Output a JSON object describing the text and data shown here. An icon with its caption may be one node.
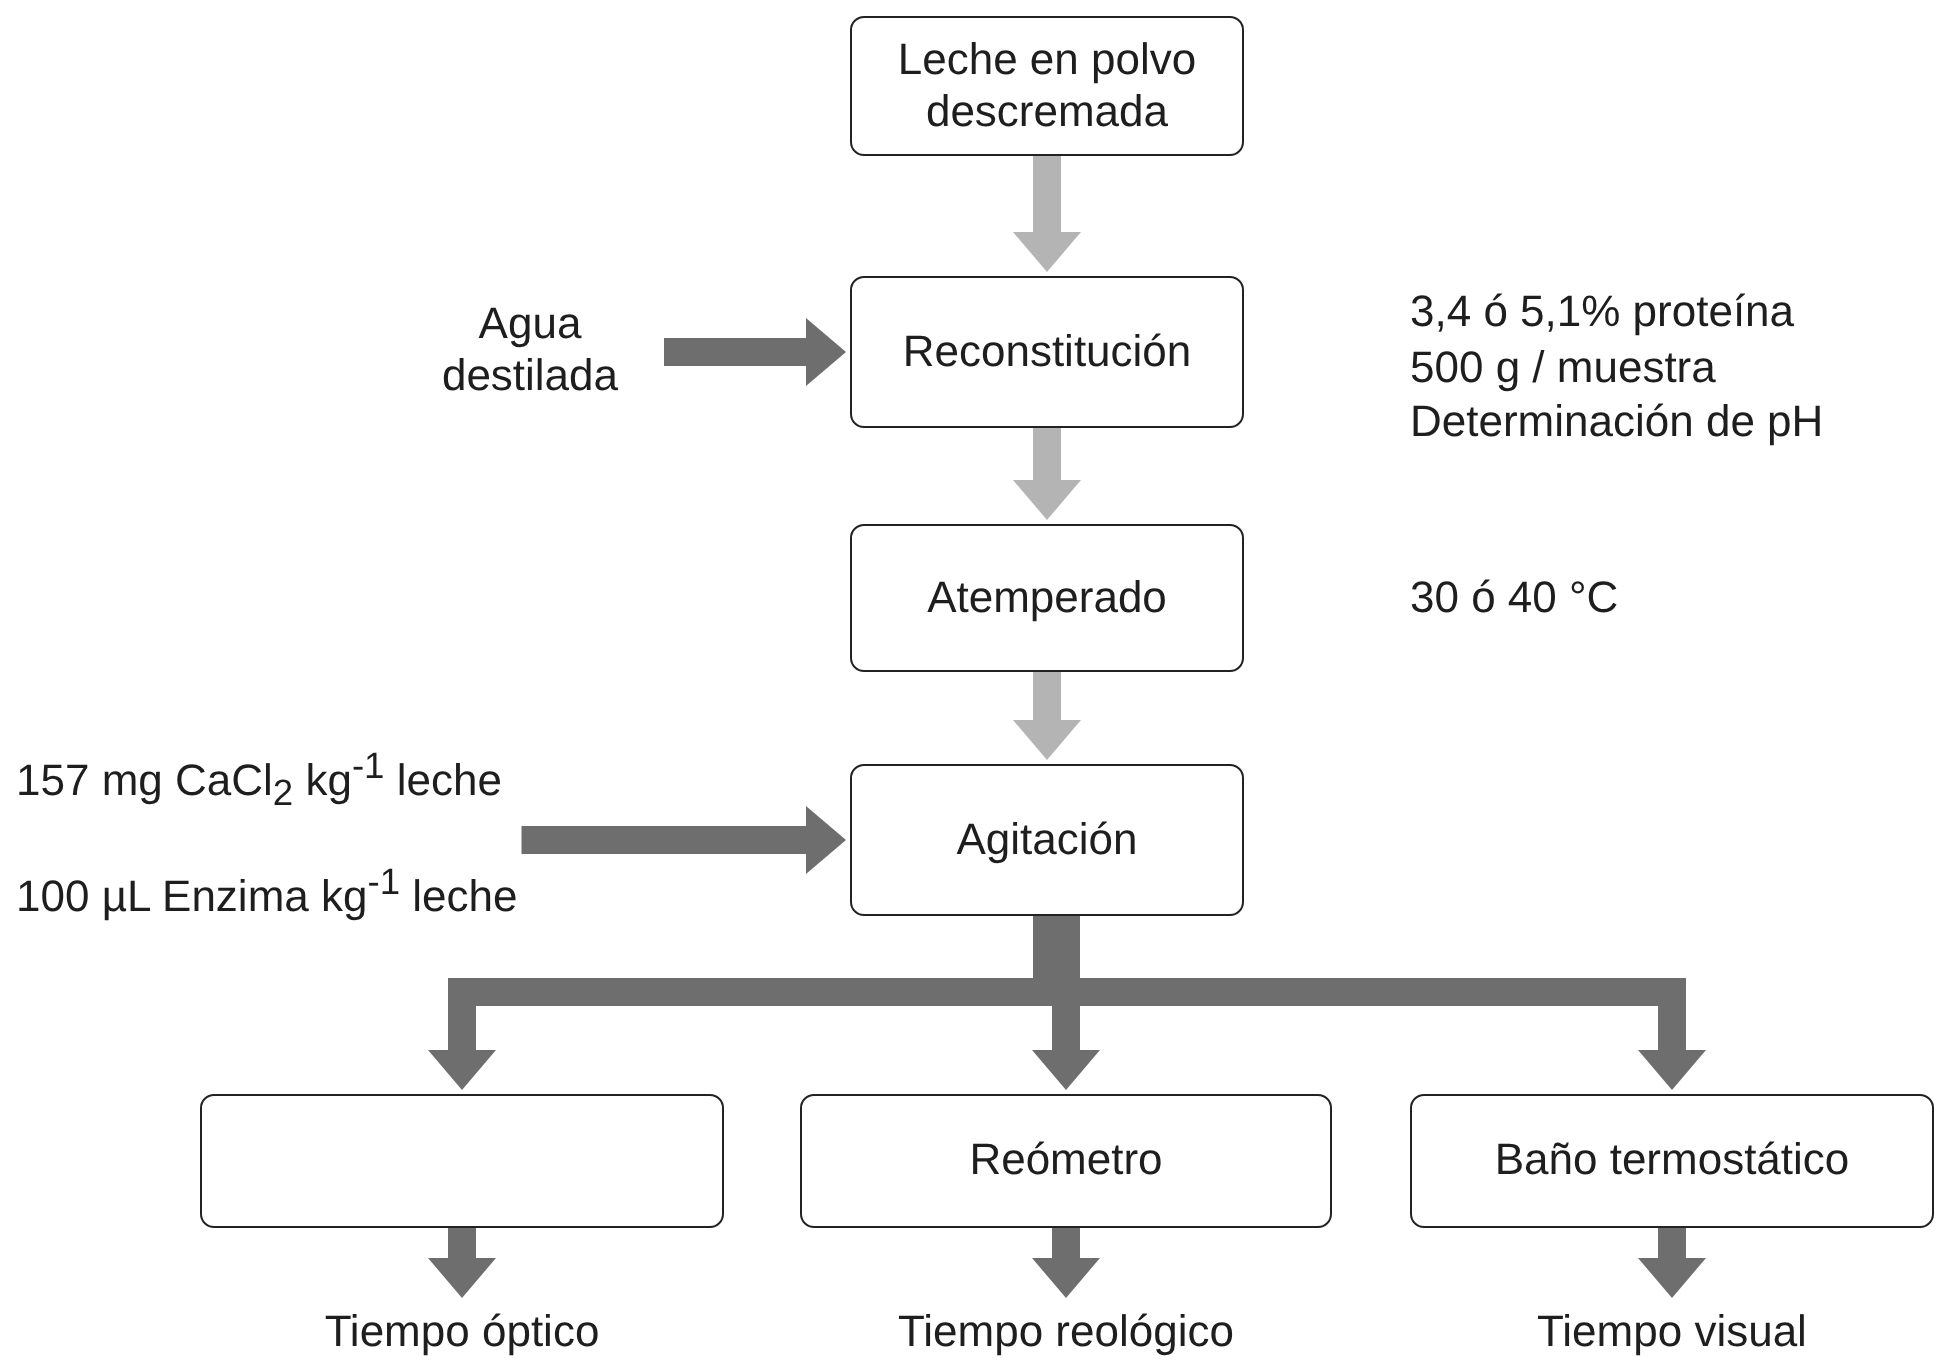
{
  "diagram": {
    "nodes": [
      {
        "text": [
          "Leche en polvo descremada"
        ]
      },
      {
        "text": [
          "Agua destilada"
        ]
      },
      {
        "text": [
          "Reconstitución"
        ],
        "beside": [
          "3,4 ó 5,1% proteína",
          "500 g / muestra",
          "Determinación de pH"
        ]
      },
      {
        "text": [
          "Atemperado"
        ],
        "beside": [
          "30 ó 40 °C"
        ]
      },
      {
        "text": [
          "157 mg CaCl$_{2}$ kg$^{-1}$ leche",
          "100 µL Enzima kg$^{-1}$ leche"
        ]
      },
      {
        "text": [
          "Agitación"
        ]
      },
      {
        "text": [],
        "shape": "box"
      },
      {
        "text": [
          "Reómetro"
        ]
      },
      {
        "text": [
          "Baño termostático"
        ]
      },
      {
        "text": [
          "Tiempo óptico"
        ]
      },
      {
        "text": [
          "Tiempo reológico"
        ]
      },
      {
        "text": [
          "Tiempo visual"
        ]
      }
    ],
    "edges": [
      {
        "from": 0,
        "to": 2,
        "arrow": "to",
        "color": "#b4b4b4"
      },
      {
        "from": 1,
        "to": 2,
        "arrow": "to"
      },
      {
        "from": 2,
        "to": 3,
        "arrow": "to",
        "color": "#b4b4b4"
      },
      {
        "from": 3,
        "to": 5,
        "arrow": "to",
        "color": "#b4b4b4"
      },
      {
        "from": 4,
        "to": 5,
        "arrow": "to"
      },
      {
        "from": 5,
        "to": 6,
        "arrow": "to"
      },
      {
        "from": 5,
        "to": 7,
        "arrow": "to"
      },
      {
        "from": 5,
        "to": 8,
        "arrow": "to"
      },
      {
        "from": 6,
        "to": 9,
        "arrow": "to"
      },
      {
        "from": 7,
        "to": 10,
        "arrow": "to"
      },
      {
        "from": 8,
        "to": 11,
        "arrow": "to"
      }
    ]
  }
}
